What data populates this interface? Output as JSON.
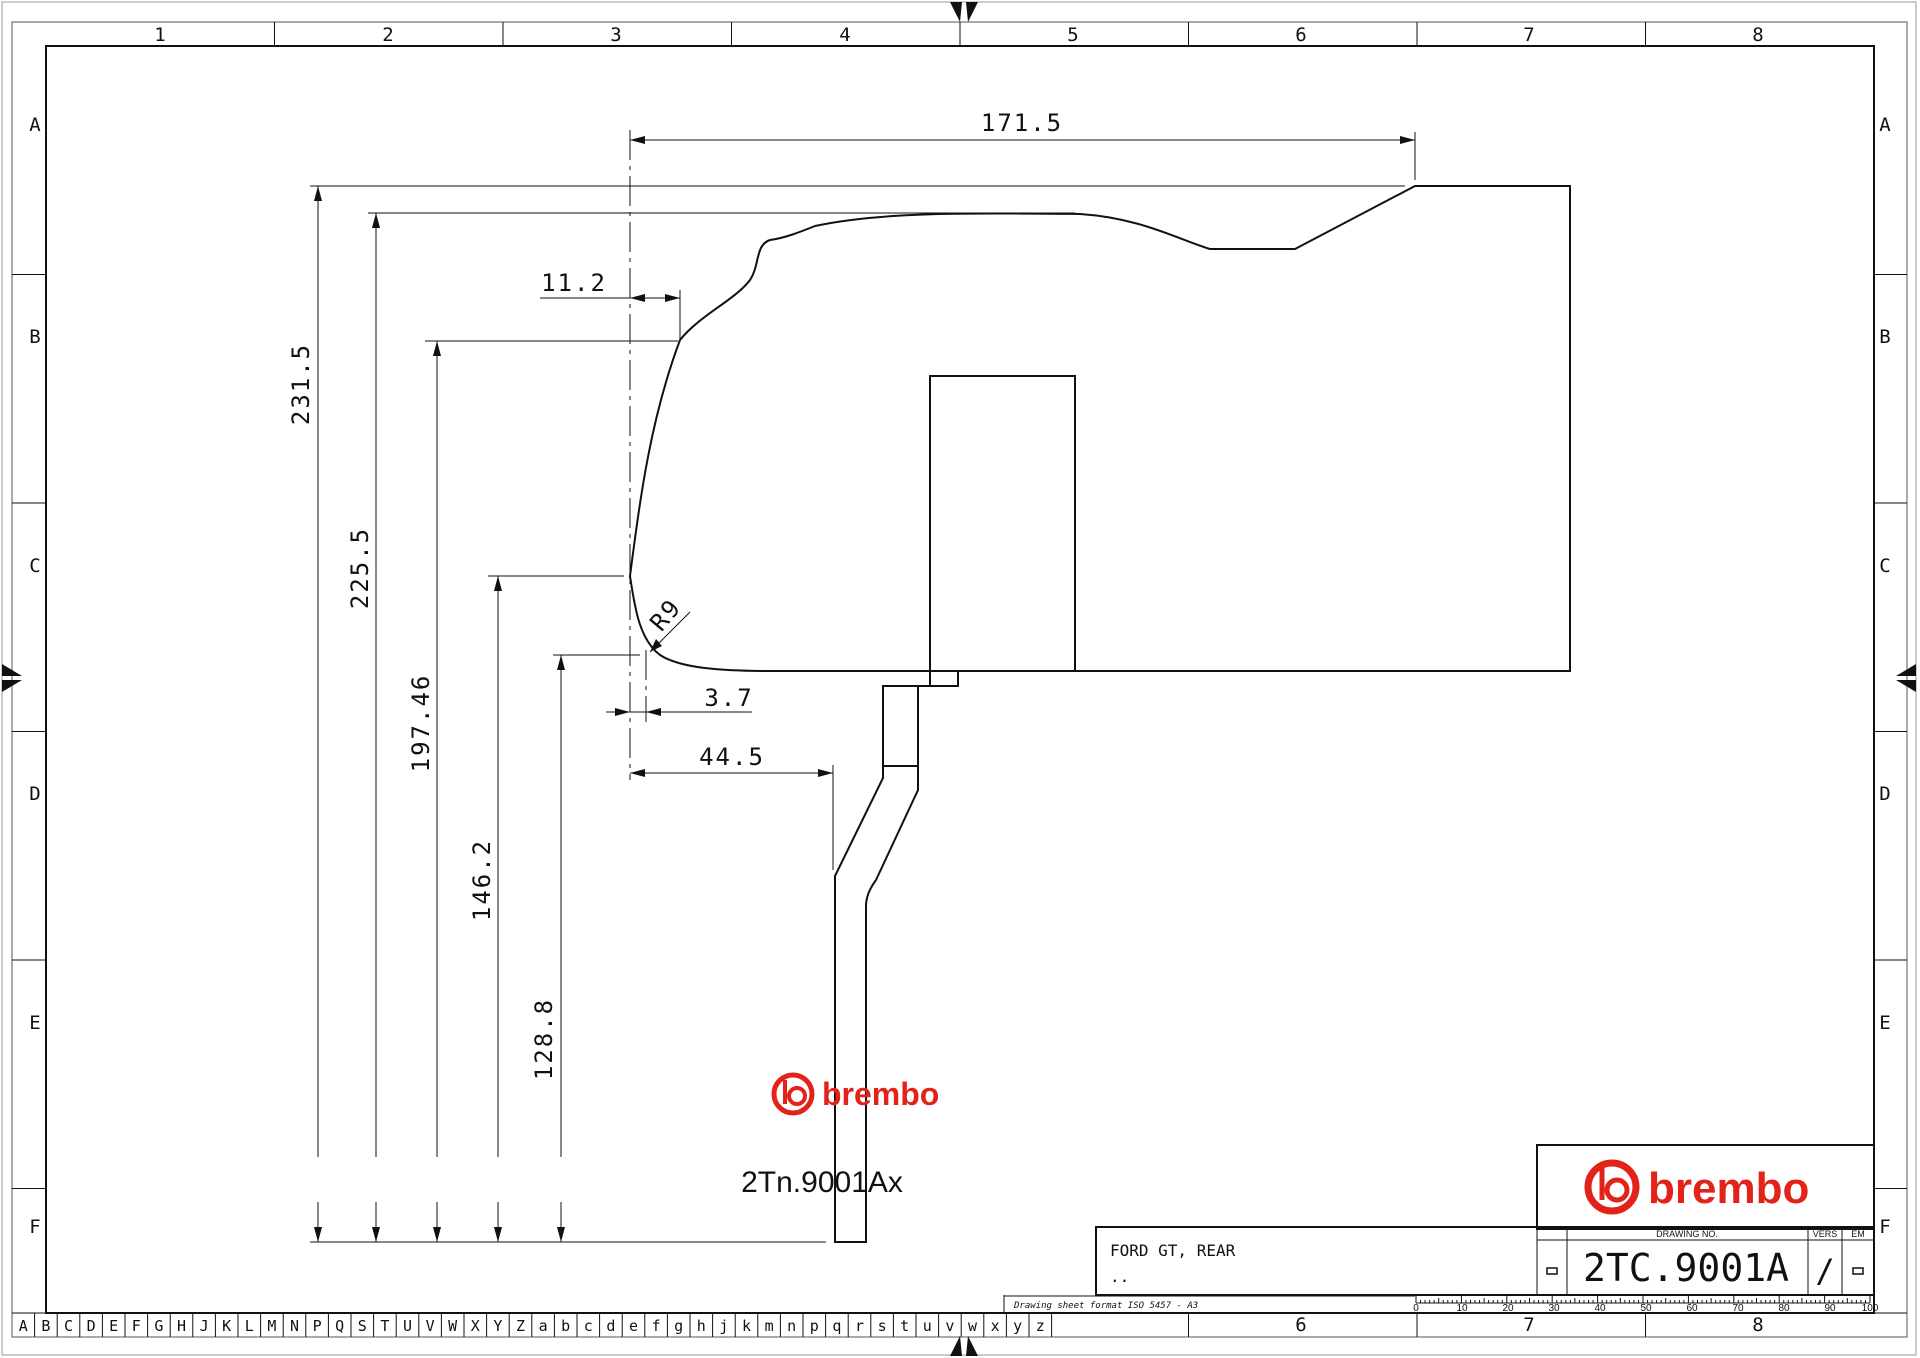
{
  "drawing": {
    "column_labels": [
      "1",
      "2",
      "3",
      "4",
      "5",
      "6",
      "7",
      "8"
    ],
    "row_labels": [
      "A",
      "B",
      "C",
      "D",
      "E",
      "F"
    ],
    "bottom_columns_right": [
      "6",
      "7",
      "8"
    ],
    "dimensions": {
      "width_overall": "171.5",
      "offset_top": "11.2",
      "height_overall": "231.5",
      "height_2": "225.5",
      "height_3": "197.46",
      "height_4": "146.2",
      "height_5": "128.8",
      "radius": "R9",
      "gap": "3.7",
      "wire_offset": "44.5"
    },
    "part_label": "2Tn.9001Ax",
    "brand_small": "brembo",
    "reference_letters": [
      "A",
      "B",
      "C",
      "D",
      "E",
      "F",
      "G",
      "H",
      "J",
      "K",
      "L",
      "M",
      "N",
      "P",
      "Q",
      "S",
      "T",
      "U",
      "V",
      "W",
      "X",
      "Y",
      "Z",
      "a",
      "b",
      "c",
      "d",
      "e",
      "f",
      "g",
      "h",
      "j",
      "k",
      "m",
      "n",
      "p",
      "q",
      "r",
      "s",
      "t",
      "u",
      "v",
      "w",
      "x",
      "y",
      "z"
    ]
  },
  "title_block": {
    "brand": "brembo",
    "drawing_no_label": "DRAWING NO.",
    "vers_label": "VERS",
    "em_label": "EM",
    "description_line1": "FORD GT, REAR",
    "description_line2": "..",
    "drawing_number": "2TC.9001A",
    "version": "/",
    "format_note": "Drawing sheet format ISO 5457 - A3",
    "scale_numbers": [
      "0",
      "10",
      "20",
      "30",
      "40",
      "50",
      "60",
      "70",
      "80",
      "90",
      "100"
    ]
  },
  "colors": {
    "brand_red": "#e2231a",
    "line": "#111111"
  }
}
